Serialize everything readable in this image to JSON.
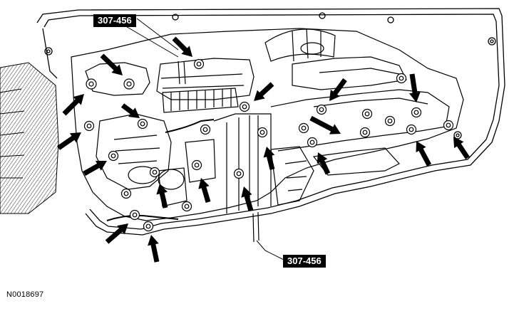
{
  "labels": {
    "tool_top": "307-456",
    "tool_bottom": "307-456"
  },
  "figure_id": "N0018697",
  "legend": {
    "bolt_count": 24
  }
}
